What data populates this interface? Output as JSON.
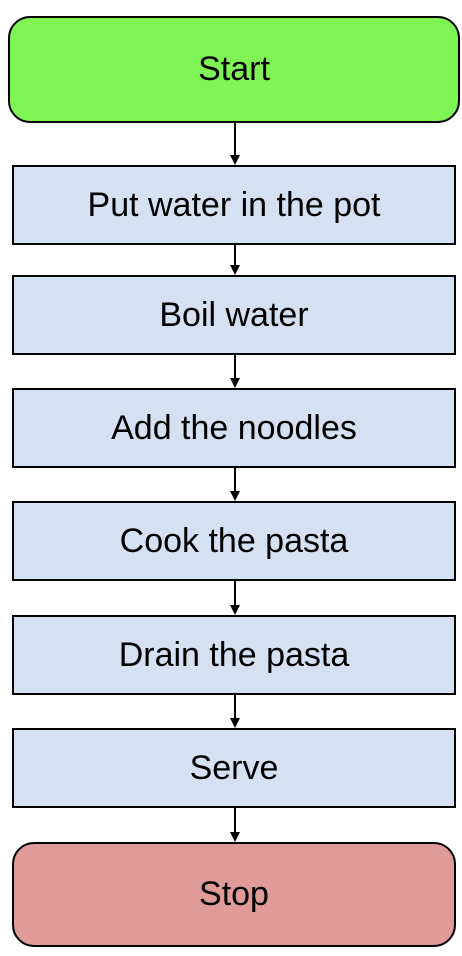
{
  "flowchart": {
    "start": {
      "label": "Start",
      "color": "#7ef554"
    },
    "steps": [
      {
        "label": "Put water in the pot",
        "color": "#d4e1f3"
      },
      {
        "label": "Boil water",
        "color": "#d4e1f3"
      },
      {
        "label": "Add the noodles",
        "color": "#d4e1f3"
      },
      {
        "label": "Cook the pasta",
        "color": "#d4e1f3"
      },
      {
        "label": "Drain the pasta",
        "color": "#d4e1f3"
      },
      {
        "label": "Serve",
        "color": "#d4e1f3"
      }
    ],
    "stop": {
      "label": "Stop",
      "color": "#e09b99"
    }
  }
}
